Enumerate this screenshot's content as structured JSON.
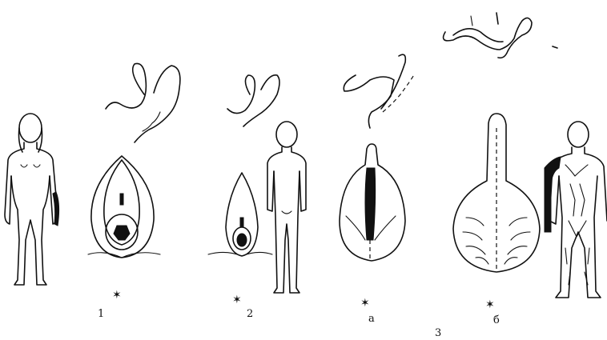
{
  "figure": {
    "labels": {
      "stage_1": "1",
      "stage_2": "2",
      "stage_3a": "а",
      "stage_3b": "б",
      "group_3": "3"
    },
    "symbols": {
      "mark": "✶"
    }
  }
}
